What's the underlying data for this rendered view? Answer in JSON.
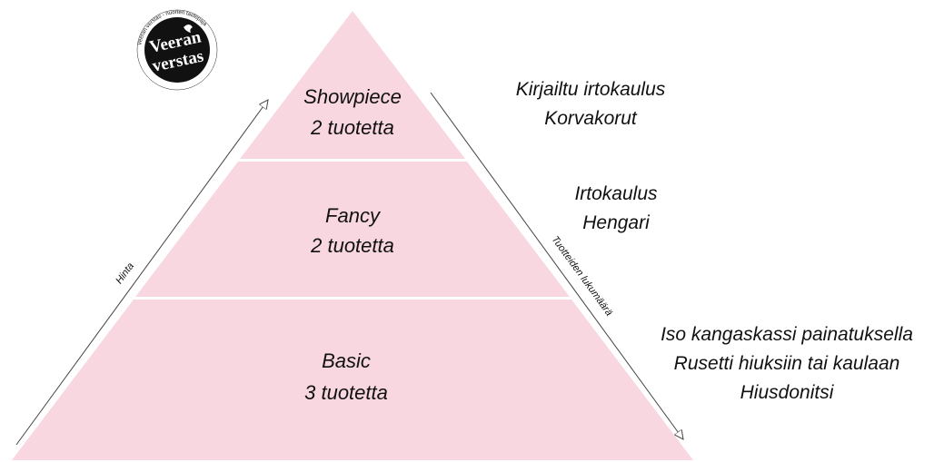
{
  "logo": {
    "ring_text": "Veeran verstas - nuorten taidepaja",
    "main_text_line1": "Veeran",
    "main_text_line2": "verstas"
  },
  "axes": {
    "left_label": "Hinta",
    "right_label": "Tuotteiden lukumäärä"
  },
  "tiers": [
    {
      "name": "Showpiece",
      "count": "2 tuotetta",
      "products": [
        "Kirjailtu irtokaulus",
        "Korvakorut"
      ]
    },
    {
      "name": "Fancy",
      "count": "2 tuotetta",
      "products": [
        "Irtokaulus",
        "Hengari"
      ]
    },
    {
      "name": "Basic",
      "count": "3 tuotetta",
      "products": [
        "Iso kangaskassi painatuksella",
        "Rusetti hiuksiin tai kaulaan",
        "Hiusdonitsi"
      ]
    }
  ],
  "colors": {
    "pyramid_fill": "#f8d7e1",
    "separator": "#ffffff",
    "text": "#111111",
    "arrow": "#444444"
  }
}
